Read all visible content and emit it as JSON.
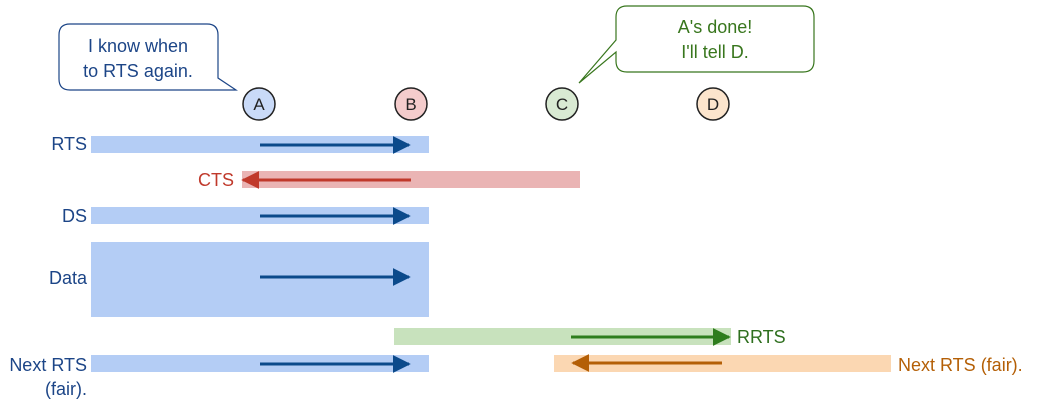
{
  "nodes": [
    {
      "label": "A",
      "color": "#c9daf8"
    },
    {
      "label": "B",
      "color": "#f4cccc"
    },
    {
      "label": "C",
      "color": "#d9ead3"
    },
    {
      "label": "D",
      "color": "#fce5cd"
    }
  ],
  "bubbles": {
    "left": {
      "line1": "I know when",
      "line2": "to RTS again.",
      "color": "#1c4587"
    },
    "right": {
      "line1": "A's done!",
      "line2": "I'll tell D.",
      "color": "#38761d"
    }
  },
  "messages": {
    "rts": {
      "label": "RTS",
      "color": "#1c4587",
      "bar": "#b4cdf5",
      "arrow": "#0b4a8b"
    },
    "cts": {
      "label": "CTS",
      "color": "#c0392b",
      "bar": "#eab4b4",
      "arrow": "#c0392b"
    },
    "ds": {
      "label": "DS",
      "color": "#1c4587",
      "bar": "#b4cdf5",
      "arrow": "#0b4a8b"
    },
    "data": {
      "label": "Data",
      "color": "#1c4587",
      "bar": "#b4cdf5",
      "arrow": "#0b4a8b"
    },
    "rrts": {
      "label": "RRTS",
      "color": "#2e6f1e",
      "bar": "#c8e2bd",
      "arrow": "#2e7d1e"
    },
    "next_rts_a": {
      "label_line1": "Next RTS",
      "label_line2": "(fair).",
      "color": "#1c4587",
      "bar": "#b4cdf5",
      "arrow": "#0b4a8b"
    },
    "next_rts_d": {
      "label": "Next RTS (fair).",
      "color": "#b45f06",
      "bar": "#fbd7b2",
      "arrow": "#b45f06"
    }
  }
}
